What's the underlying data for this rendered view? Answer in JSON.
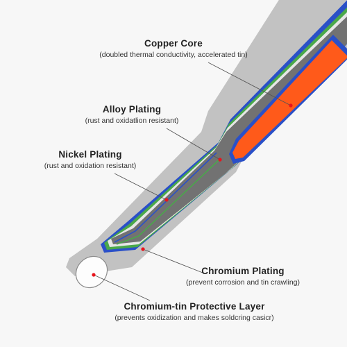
{
  "labels": {
    "copper_core": {
      "title": "Copper Core",
      "subtitle": "(doubled thermal conductivity, accelerated tin)"
    },
    "alloy_plating": {
      "title": "Alloy Plating",
      "subtitle": "(rust and oxidatlion resistant)"
    },
    "nickel_plating": {
      "title": "Nickel Plating",
      "subtitle": "(rust and oxidation resistant)"
    },
    "chromium_plating": {
      "title": "Chromium Plating",
      "subtitle": "(prevent corrosion and tin crawling)"
    },
    "chromium_tin_layer": {
      "title": "Chromium-tin Protective Layer",
      "subtitle": "(prevents oxidization and makes soldcring casicr)"
    }
  },
  "colors": {
    "background": "#f7f7f7",
    "outer_shell": "#c2c2c2",
    "alloy": "#2a50c8",
    "nickel": "#4aa84a",
    "chromium": "#e6e6e6",
    "body": "#727272",
    "copper": "#ff5a1a",
    "marker": "#e8141c"
  }
}
